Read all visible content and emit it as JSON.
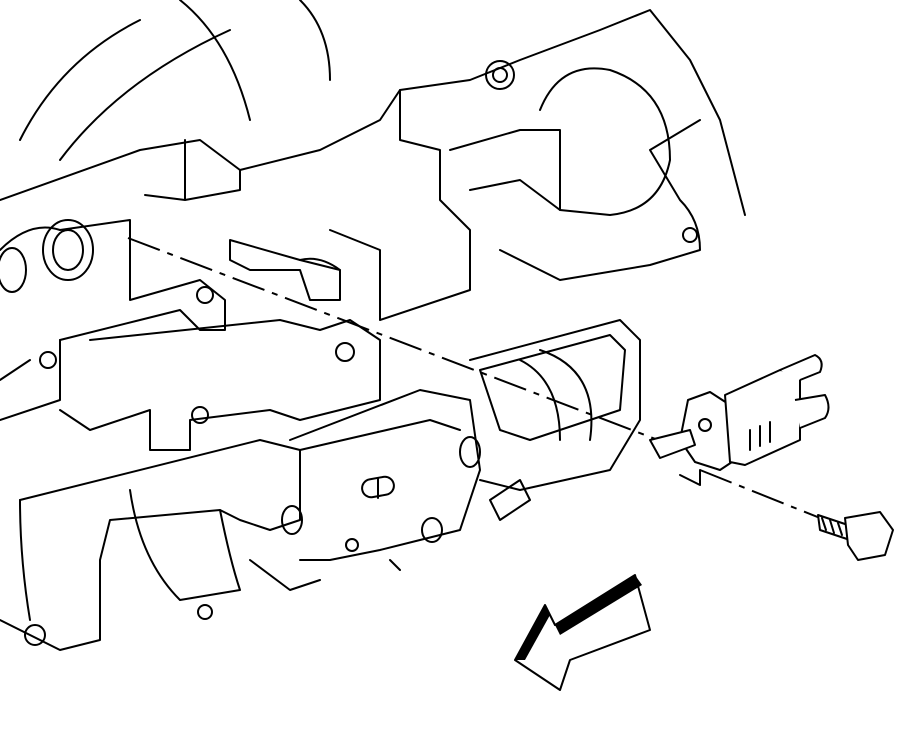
{
  "colors": {
    "line": "#000000",
    "background": "#ffffff"
  },
  "parts": [
    "engine-block",
    "intake-manifold",
    "evap-purge-solenoid",
    "mounting-bolt",
    "front-direction-arrow"
  ]
}
